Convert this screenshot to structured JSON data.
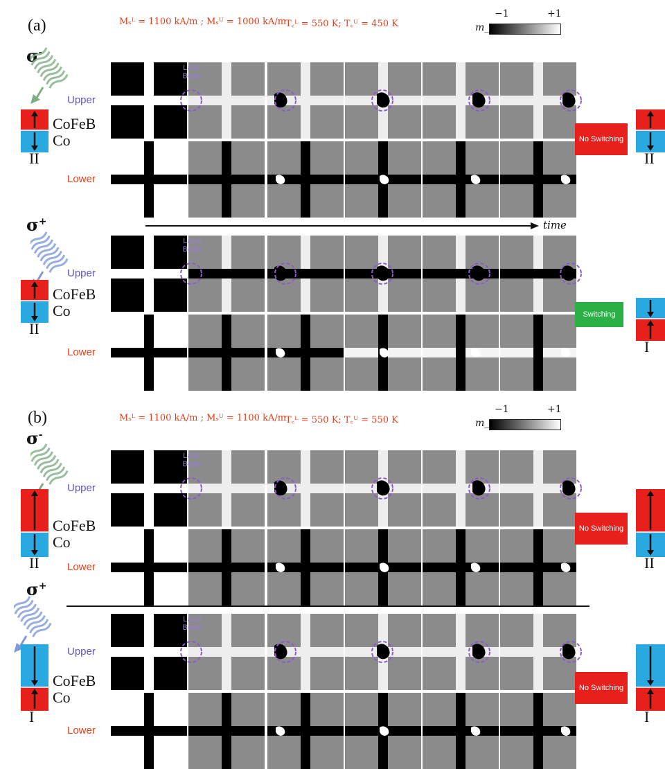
{
  "colors": {
    "red_layer": "#e8201c",
    "blue_layer": "#2aa8e0",
    "no_switching": "#e8201c",
    "switching": "#2bb046",
    "upper_label": "#5a55c8",
    "lower_label": "#e0401c",
    "laser_circle": "#8a5cc8"
  },
  "panel_a": {
    "label": "(a)",
    "params_left": "Mₛᴸ = 1100 kA/m ; Mₛᵁ = 1000 kA/m",
    "params_right": "T꜀ᴸ = 550 K; T꜀ᵁ = 450 K",
    "colorbar": {
      "min": "−1",
      "max": "+1",
      "label": "m_z"
    },
    "time_label": "time",
    "sigma_minus": {
      "sigma": "σ",
      "sign": "-",
      "upper": "Upper",
      "lower": "Lower",
      "laser": "Laser Beam",
      "cofeb": "CoFeB",
      "co": "Co",
      "state_in": "II",
      "status": "No Switching",
      "state_out": "II"
    },
    "sigma_plus": {
      "sigma": "σ",
      "sign": "+",
      "upper": "Upper",
      "lower": "Lower",
      "laser": "Laser Beam",
      "cofeb": "CoFeB",
      "co": "Co",
      "state_in": "II",
      "status": "Switching",
      "state_out": "I"
    }
  },
  "panel_b": {
    "label": "(b)",
    "params_left": "Mₛᴸ = 1100 kA/m ; Mₛᵁ = 1100 kA/m",
    "params_right": "T꜀ᴸ = 550 K; T꜀ᵁ = 550 K",
    "colorbar": {
      "min": "−1",
      "max": "+1",
      "label": "m_z"
    },
    "sigma_minus": {
      "sigma": "σ",
      "sign": "-",
      "upper": "Upper",
      "lower": "Lower",
      "laser": "Laser Beam",
      "cofeb": "CoFeB",
      "co": "Co",
      "state_in": "II",
      "status": "No Switching",
      "state_out": "II"
    },
    "sigma_plus": {
      "sigma": "σ",
      "sign": "+",
      "upper": "Upper",
      "lower": "Lower",
      "laser": "Laser Beam",
      "cofeb": "CoFeB",
      "co": "Co",
      "state_in": "I",
      "status": "No Switching",
      "state_out": "I"
    }
  }
}
